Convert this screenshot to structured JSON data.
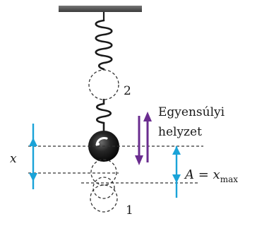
{
  "labels": {
    "position_2": "2",
    "position_1": "1",
    "equilibrium_line1": "Egyensúlyi",
    "equilibrium_line2": "helyzet",
    "displacement": "x",
    "amplitude_main": "A = x",
    "amplitude_sub": "max"
  },
  "colors": {
    "ceiling": "#555555",
    "spring": "#1a1a1a",
    "dashed": "#333333",
    "arrow_blue": "#1aa3d8",
    "arrow_purple": "#6a2c8f",
    "ball_dark": "#111111",
    "ball_highlight": "#ffffff"
  }
}
